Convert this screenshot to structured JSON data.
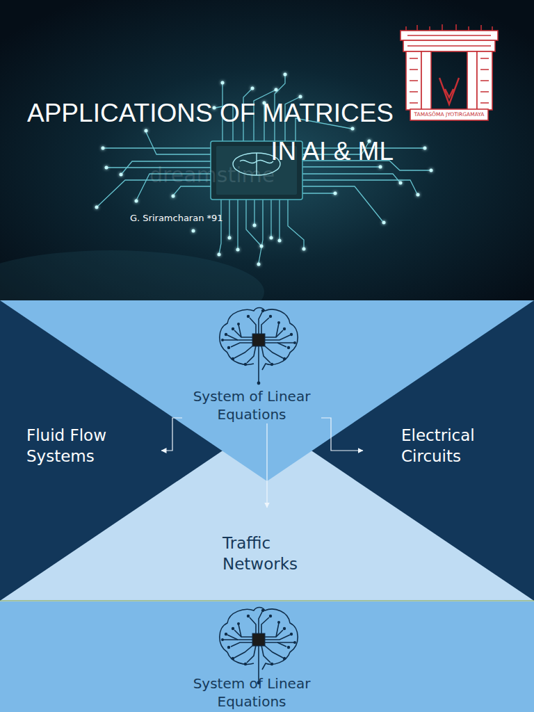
{
  "diagram": {
    "title": "APPLICATIONS OF MATRICES IN AI & ML",
    "nodes": [
      {
        "text": [
          "System of Linear Equations"
        ]
      },
      {
        "text": [
          "Fluid Flow Systems"
        ]
      },
      {
        "text": [
          "Electrical Circuits"
        ]
      },
      {
        "text": [
          "Traffic Networks"
        ]
      },
      {
        "text": [
          "System of Linear Equations"
        ]
      }
    ],
    "edges": [
      {
        "from": 0,
        "to": 1,
        "arrow": "to"
      },
      {
        "from": 0,
        "to": 2,
        "arrow": "to"
      },
      {
        "from": 0,
        "to": 3,
        "arrow": "to"
      }
    ],
    "labels": [
      "G. Sriramcharan *91",
      "TAMASŌMA JYOTIRGAMAYA",
      "dreamstime"
    ]
  }
}
